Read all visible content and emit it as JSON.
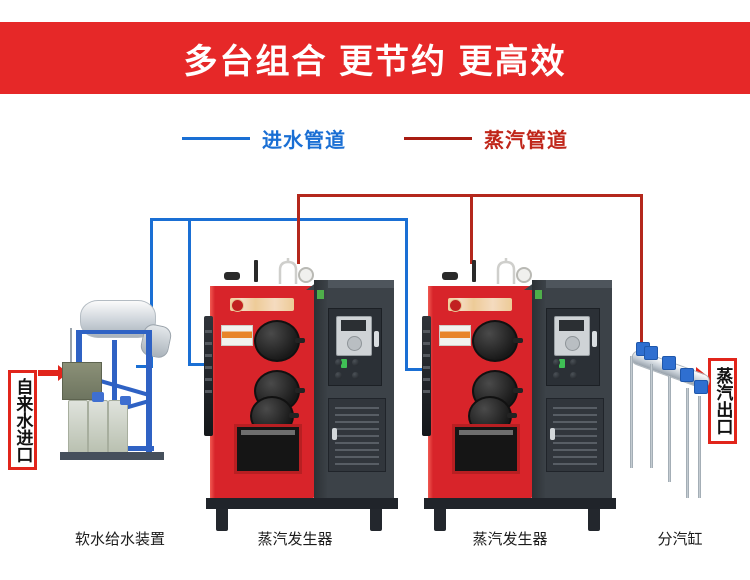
{
  "banner": {
    "title": "多台组合  更节约  更高效",
    "bg_color": "#e62828",
    "text_color": "#ffffff"
  },
  "legend": {
    "items": [
      {
        "label": "进水管道",
        "color": "#1a6fd4",
        "type": "water-pipe"
      },
      {
        "label": "蒸汽管道",
        "color": "#b4281c",
        "type": "steam-pipe"
      }
    ]
  },
  "callouts": {
    "inlet": {
      "label": "自来水进口",
      "border_color": "#e1251b",
      "arrow_color": "#e1251b"
    },
    "outlet": {
      "label": "蒸汽出口",
      "border_color": "#e1251b",
      "arrow_color": "#e1251b"
    }
  },
  "equipment": [
    {
      "id": "softener",
      "caption": "软水给水装置"
    },
    {
      "id": "boiler-1",
      "caption": "蒸汽发生器"
    },
    {
      "id": "boiler-2",
      "caption": "蒸汽发生器"
    },
    {
      "id": "distributor",
      "caption": "分汽缸"
    }
  ],
  "colors": {
    "boiler_red": "#d8242a",
    "boiler_dark": "#3c4248",
    "frame_blue": "#2f62c4",
    "water_pipe": "#1a6fd4",
    "steam_pipe": "#b4281c"
  }
}
